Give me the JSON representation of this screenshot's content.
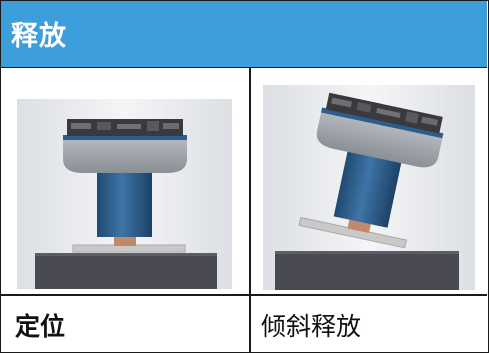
{
  "header": {
    "title": "释放"
  },
  "rows": {
    "images": [
      {
        "alt_icon": "device-upright-image"
      },
      {
        "alt_icon": "device-tilted-image"
      }
    ],
    "labels": [
      "定位",
      "倾斜释放"
    ]
  },
  "colors": {
    "header_bg": "#3c9fdc",
    "header_text": "#ffffff",
    "device_blue": "#2e5f8c",
    "base_dark": "#4a4a52",
    "plate_gray": "#c9c9c9",
    "contact_copper": "#c08a6a"
  }
}
